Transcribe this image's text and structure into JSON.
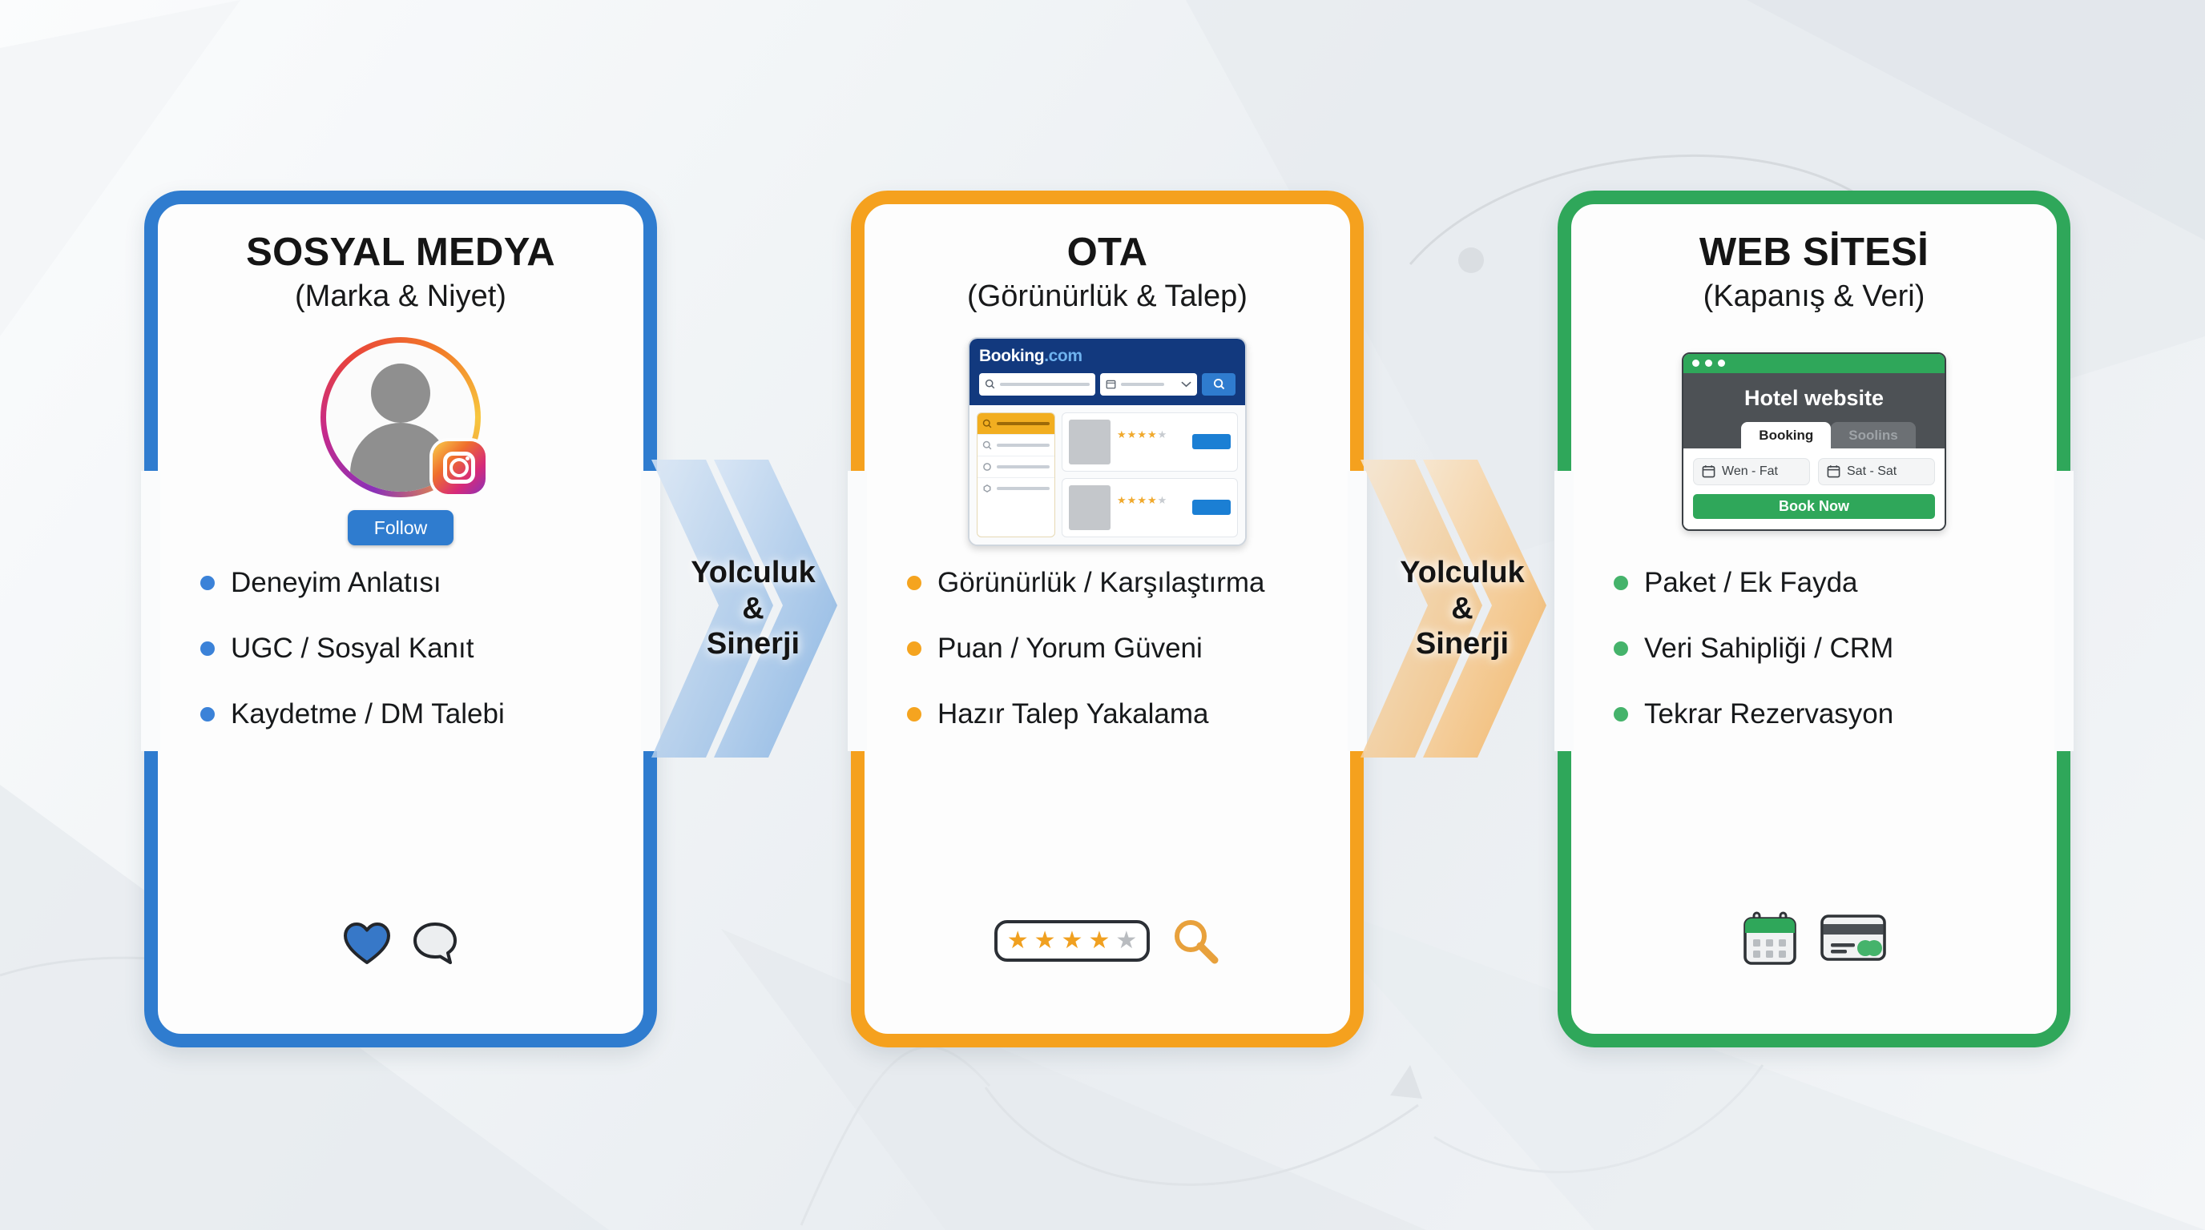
{
  "theme": {
    "blue": "#2f7ccf",
    "orange": "#f5a11e",
    "green": "#2fa75a",
    "bg": "#eef1f4",
    "text": "#151515"
  },
  "cards": [
    {
      "id": "social",
      "title": "SOSYAL MEDYA",
      "subtitle": "(Marka & Niyet)",
      "accent": "#2f7ccf",
      "visual": {
        "kind": "instagram-profile",
        "avatar_icon": "user-avatar-icon",
        "badge_icon": "instagram-icon",
        "follow_label": "Follow"
      },
      "bullets": [
        "Deneyim Anlatısı",
        "UGC / Sosyal Kanıt",
        "Kaydetme / DM Talebi"
      ],
      "footer_icons": [
        "heart-icon",
        "comment-bubble-icon"
      ]
    },
    {
      "id": "ota",
      "title": "OTA",
      "subtitle": "(Görünürlük & Talep)",
      "accent": "#f5a11e",
      "visual": {
        "kind": "booking-mockup",
        "logo_main": "Booking",
        "logo_suffix": ".com",
        "search_icon": "search-icon",
        "calendar_icon": "calendar-icon",
        "dropdown_icon": "chevron-down-icon",
        "results": [
          {
            "stars_filled": 4,
            "stars_total": 5
          },
          {
            "stars_filled": 4,
            "stars_total": 5
          }
        ],
        "sidebar_rows": 4
      },
      "bullets": [
        "Görünürlük / Karşılaştırma",
        "Puan / Yorum Güveni",
        "Hazır Talep Yakalama"
      ],
      "footer_icons": [
        "star-rating-icon",
        "magnifier-icon"
      ],
      "footer_rating": {
        "filled": 4,
        "total": 5
      }
    },
    {
      "id": "web",
      "title": "WEB SİTESİ",
      "subtitle": "(Kapanış & Veri)",
      "accent": "#2fa75a",
      "visual": {
        "kind": "hotel-site-mockup",
        "window_title": "Hotel website",
        "tab_active": "Booking",
        "tab_inactive": "Soolins",
        "date_field_1": "Wen - Fat",
        "date_field_2": "Sat - Sat",
        "cta_label": "Book Now",
        "calendar_icon": "calendar-icon"
      },
      "bullets": [
        "Paket / Ek Fayda",
        "Veri Sahipliği / CRM",
        "Tekrar Rezervasyon"
      ],
      "footer_icons": [
        "calendar-icon",
        "credit-card-icon"
      ]
    }
  ],
  "connectors": [
    {
      "id": "connector-1",
      "line1": "Yolculuk",
      "line2": "&",
      "line3": "Sinerji",
      "color": "#9dc4ea"
    },
    {
      "id": "connector-2",
      "line1": "Yolculuk",
      "line2": "&",
      "line3": "Sinerji",
      "color": "#f5c88a"
    }
  ]
}
